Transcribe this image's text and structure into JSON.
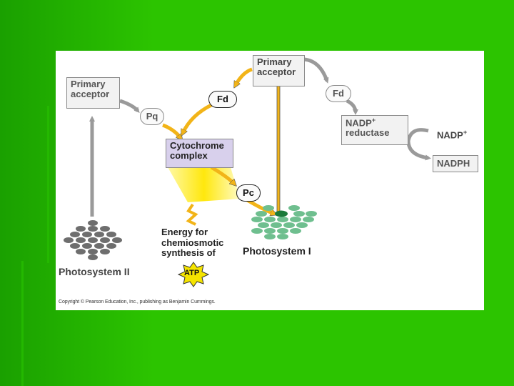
{
  "diagram": {
    "ps2_primary_acceptor": "Primary acceptor",
    "ps1_primary_acceptor": "Primary acceptor",
    "pq": "Pq",
    "fd_left": "Fd",
    "fd_right": "Fd",
    "cytochrome_complex": "Cytochrome complex",
    "pc": "Pc",
    "nadp_reductase": "NADP",
    "nadp_reductase_suffix": "reductase",
    "nadp_plus": "NADP",
    "plus_sign": "+",
    "nadph": "NADPH",
    "energy_label": "Energy for chemiosmotic synthesis of",
    "atp": "ATP",
    "photosystem_ii": "Photosystem II",
    "photosystem_i": "Photosystem I",
    "copyright": "Copyright © Pearson Education, Inc., publishing as Benjamin Cummings."
  },
  "colors": {
    "background": "#2cc400",
    "panel": "#ffffff",
    "electron_path": "#f2b418",
    "ps2_pigments": "#6e6e6e",
    "ps1_pigments": "#6fbf8f",
    "reaction_center_ps1": "#1a7a3a",
    "cytochrome_fill": "#d8d0ec",
    "atp_star": "#f5e400"
  }
}
